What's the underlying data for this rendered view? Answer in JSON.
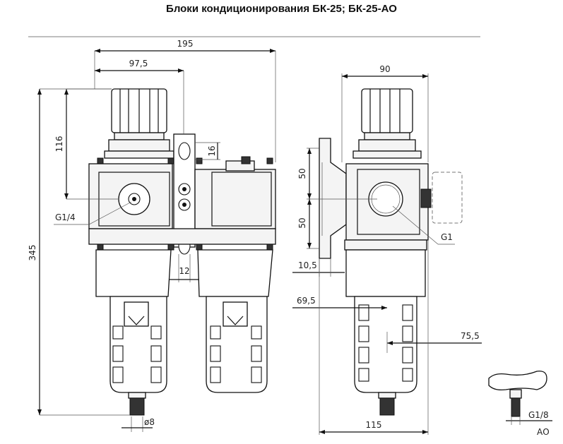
{
  "title": "Блоки кондиционирования БК-25; БК-25-АО",
  "dimensions": {
    "width_total": "195",
    "width_half": "97,5",
    "height_116": "116",
    "slot_16": "16",
    "port_g14": "G1/4",
    "height_345": "345",
    "gap_12": "12",
    "drain_d8": "ø8",
    "side_90": "90",
    "side_50_top": "50",
    "side_50_bottom": "50",
    "side_g1": "G1",
    "side_10_5": "10,5",
    "side_69_5": "69,5",
    "side_75_5": "75,5",
    "side_115": "115",
    "drain_g18": "G1/8",
    "drain_ao": "АО"
  }
}
